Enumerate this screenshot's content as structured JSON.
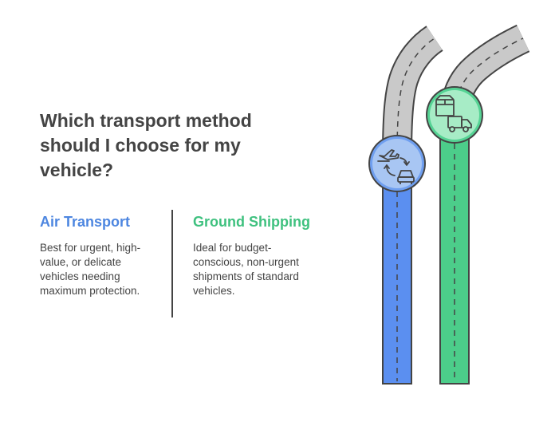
{
  "title": "Which transport method should I choose for my vehicle?",
  "options": [
    {
      "title": "Air Transport",
      "description": "Best for urgent, high-value, or delicate vehicles needing maximum protection.",
      "color": "#4d86e0",
      "light_color": "#a8c6f3",
      "icons": [
        "airplane-icon",
        "swap-arrows-icon",
        "car-icon"
      ]
    },
    {
      "title": "Ground Shipping",
      "description": "Ideal for budget-conscious, non-urgent shipments of standard vehicles.",
      "color": "#3fc17f",
      "light_color": "#a7ecc6",
      "icons": [
        "package-icon",
        "truck-icon"
      ]
    }
  ],
  "colors": {
    "text": "#444444",
    "road_gray": "#c9c9c9",
    "outline": "#444444"
  }
}
